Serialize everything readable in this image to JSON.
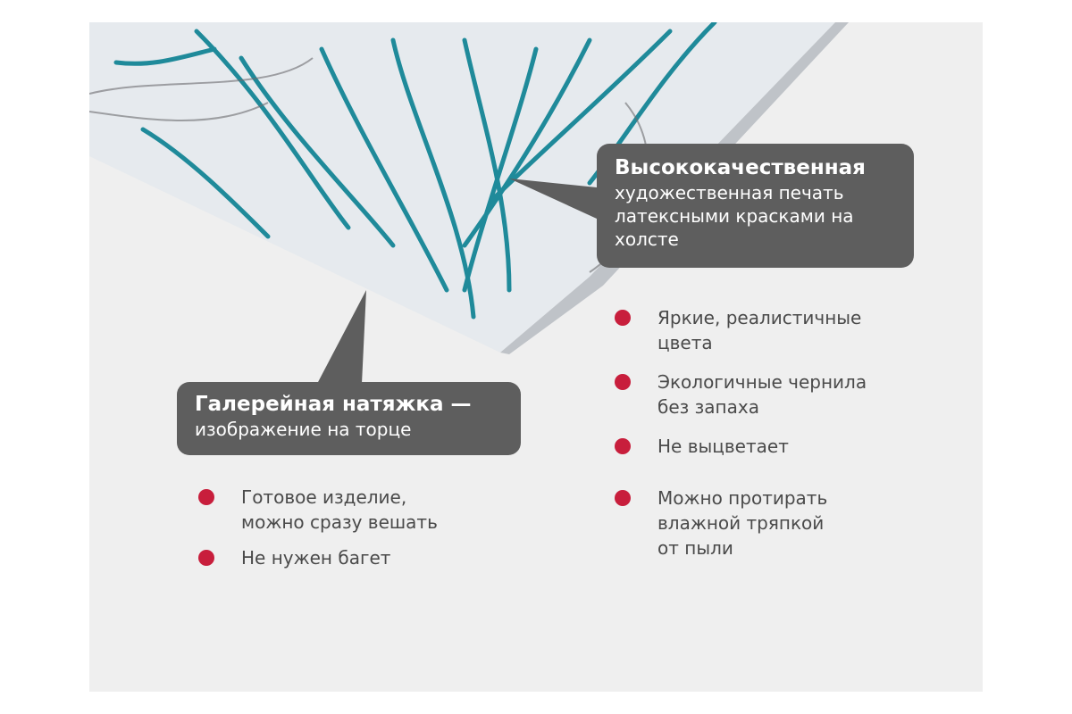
{
  "accent_color": "#c81e3c",
  "callouts": {
    "print": {
      "title": "Высококачественная",
      "body": "художественная печать латексными красками на холсте"
    },
    "gallery": {
      "title": "Галерейная натяжка —",
      "body": "изображение на торце"
    }
  },
  "bullets_right": [
    "Яркие, реалистичные\nцвета",
    "Экологичные чернила\nбез запаха",
    "Не выцветает",
    "Можно протирать\nвлажной тряпкой\nот пыли"
  ],
  "bullets_left": [
    "Готовое изделие,\nможно сразу вешать",
    "Не нужен багет"
  ]
}
